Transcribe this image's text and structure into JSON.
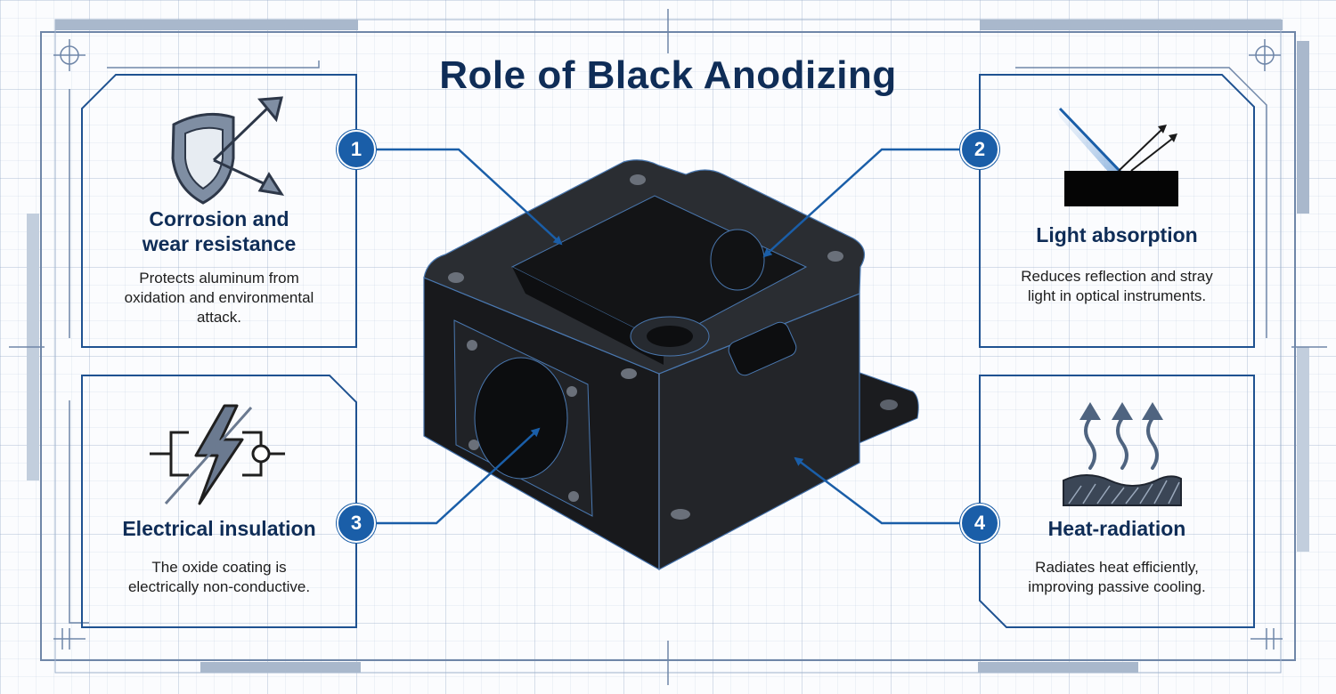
{
  "title": "Role of Black Anodizing",
  "features": [
    {
      "number": "1",
      "heading_line1": "Corrosion and",
      "heading_line2": "wear resistance",
      "body_line1": "Protects aluminum from",
      "body_line2": "oxidation and environmental",
      "body_line3": "attack.",
      "icon": "shield-arrows-icon"
    },
    {
      "number": "2",
      "heading_line1": "Light absorption",
      "body_line1": "Reduces reflection and stray",
      "body_line2": "light in optical instruments.",
      "icon": "light-absorption-icon"
    },
    {
      "number": "3",
      "heading_line1": "Electrical insulation",
      "body_line1": "The oxide coating is",
      "body_line2": "electrically non-conductive.",
      "icon": "electrical-insulation-icon"
    },
    {
      "number": "4",
      "heading_line1": "Heat-radiation",
      "body_line1": "Radiates heat efficiently,",
      "body_line2": "improving passive cooling.",
      "icon": "heat-radiation-icon"
    }
  ],
  "colors": {
    "accent": "#1a5ea8",
    "title": "#0f2d57",
    "part": "#1e2023"
  }
}
